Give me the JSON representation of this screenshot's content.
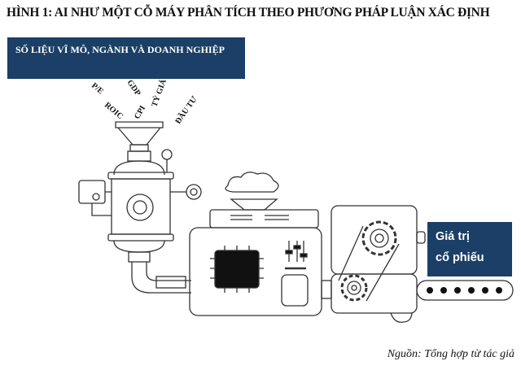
{
  "title": "HÌNH 1: AI NHƯ MỘT CỖ MÁY PHÂN TÍCH THEO PHƯƠNG PHÁP LUẬN XÁC ĐỊNH",
  "input_box": "SỐ LIỆU VĨ MÔ, NGÀNH VÀ DOANH NGHIỆP",
  "input_labels": [
    "P/E",
    "ROIC",
    "GDP",
    "CPI",
    "TỶ GIÁ",
    "ĐẦU TƯ"
  ],
  "output_box": {
    "line1": "Giá trị",
    "line2": "cổ phiếu"
  },
  "source": "Nguồn: Tổng hợp từ tác giả",
  "colors": {
    "box": "#1b3f66"
  }
}
